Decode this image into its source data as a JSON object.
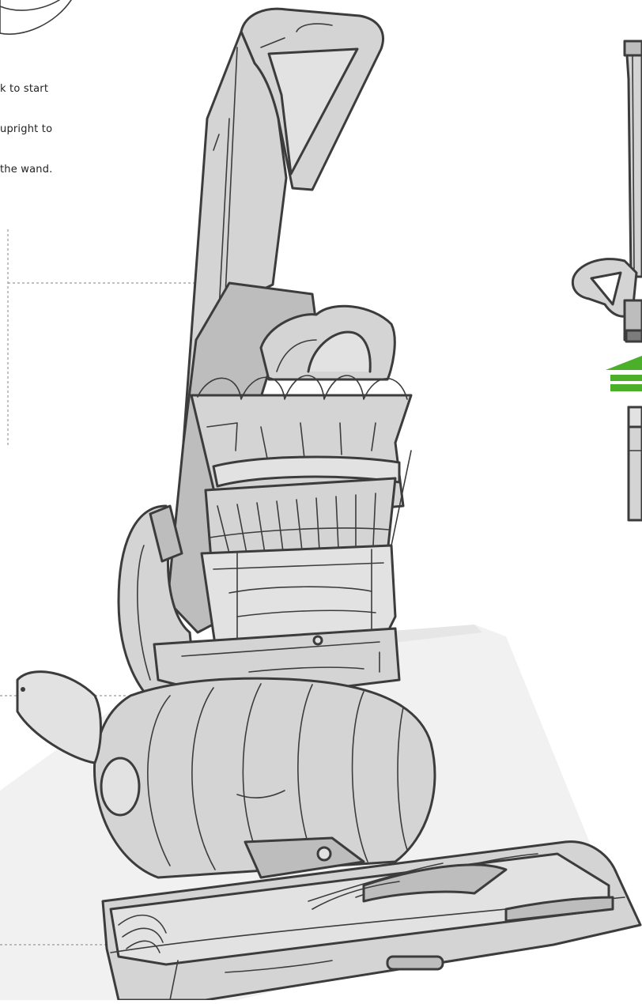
{
  "caption": {
    "lines": [
      "k to start",
      "upright to",
      "the wand."
    ]
  },
  "colors": {
    "body_fill": "#d4d4d4",
    "body_fill_light": "#e2e2e2",
    "body_fill_dark": "#bdbdbd",
    "outline": "#3c3c3c",
    "shadow": "#eeeeee",
    "accent_arrow": "#4caf2a",
    "leader_line": "#9a9a9a"
  },
  "icons": {
    "upright_vacuum": "upright-vacuum-illustration",
    "detail_arrow": "green-up-arrow-icon"
  }
}
